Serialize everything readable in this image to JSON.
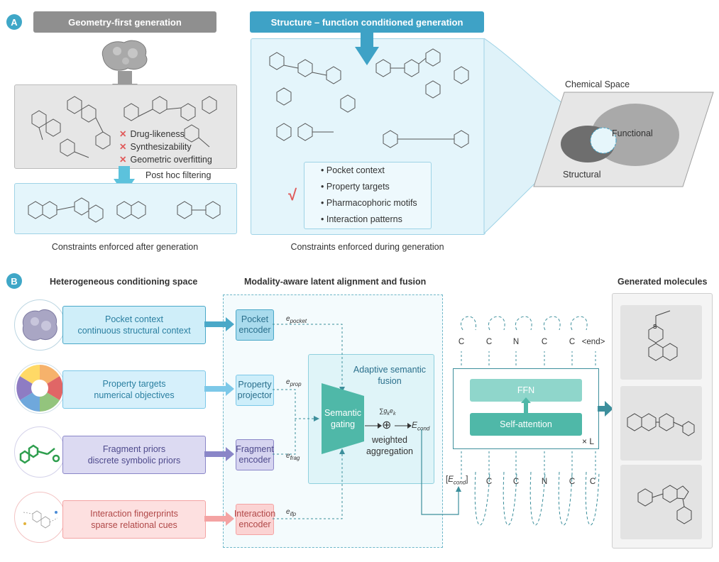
{
  "panel_a": {
    "badge": "A",
    "geom_header": "Geometry-first generation",
    "struct_header": "Structure – function conditioned generation",
    "failures": [
      "Drug-likeness",
      "Synthesizability",
      "Geometric overfitting"
    ],
    "post_hoc": "Post hoc filtering",
    "caption_left": "Constraints enforced after generation",
    "caption_right": "Constraints enforced during generation",
    "checklist": [
      "Pocket context",
      "Property targets",
      "Pharmacophoric motifs",
      "Interaction patterns"
    ],
    "chem_space": {
      "title": "Chemical Space",
      "functional": "Functional",
      "structural": "Structural"
    }
  },
  "panel_b": {
    "badge": "B",
    "heading_left": "Heterogeneous conditioning space",
    "heading_mid": "Modality-aware latent alignment and fusion",
    "heading_right": "Generated molecules",
    "conditions": [
      {
        "line1": "Pocket context",
        "line2": "continuous structural context",
        "enc1": "Pocket",
        "enc2": "encoder",
        "e_sub": "pocket"
      },
      {
        "line1": "Property targets",
        "line2": "numerical objectives",
        "enc1": "Property",
        "enc2": "projector",
        "e_sub": "prop"
      },
      {
        "line1": "Fragment priors",
        "line2": "discrete symbolic priors",
        "enc1": "Fragment",
        "enc2": "encoder",
        "e_sub": "frag"
      },
      {
        "line1": "Interaction fingerprints",
        "line2": "sparse relational cues",
        "enc1": "Interaction",
        "enc2": "encoder",
        "e_sub": "ifp"
      }
    ],
    "e_letter": "e",
    "fusion_title": "Adaptive semantic\nfusion",
    "gating": "Semantic\ngating",
    "sum_formula": "∑g",
    "sum_formula_sub1": "k",
    "sum_formula_e": "e",
    "sum_formula_sub2": "k",
    "oplus": "⊕",
    "weighted": "weighted\naggregation",
    "e_cond": "E",
    "e_cond_sub": "cond",
    "ffn": "FFN",
    "self_attention": "Self-attention",
    "times_l": "× L",
    "output_tokens": [
      "C",
      "C",
      "N",
      "C",
      "C",
      "<end>"
    ],
    "input_tokens": [
      "C",
      "C",
      "N",
      "C",
      "C"
    ],
    "input_start_open": "[",
    "input_start_close": "]"
  },
  "colors": {
    "accent": "#3fa7c7",
    "pocket": "#4aa8c8",
    "property": "#7cc8e8",
    "fragment": "#8a86c8",
    "interaction": "#f4a3a3",
    "fusion_teal": "#4fb8a8"
  }
}
